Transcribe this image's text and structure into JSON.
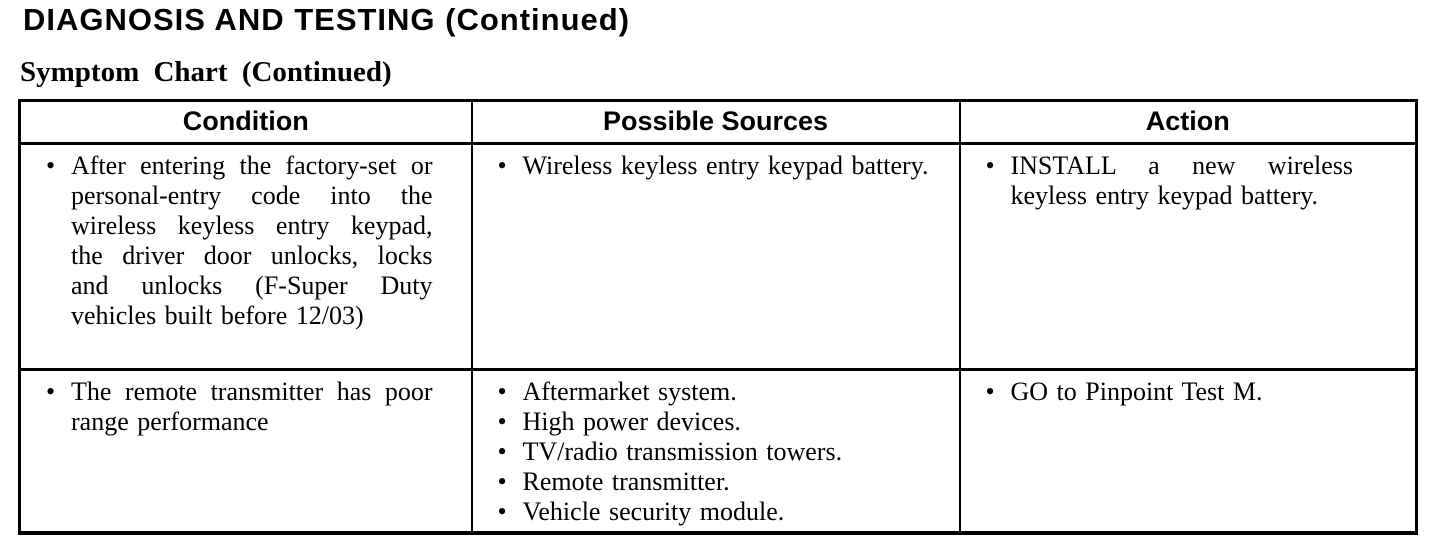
{
  "page": {
    "title": "DIAGNOSIS AND TESTING (Continued)",
    "subtitle": "Symptom Chart (Continued)"
  },
  "table": {
    "bullet_char": "•",
    "headers": [
      "Condition",
      "Possible Sources",
      "Action"
    ],
    "rows": [
      {
        "condition": [
          "After entering the factory-set or personal-entry code into the wireless keyless entry keypad, the driver door unlocks, locks and unlocks (F-Super Duty vehicles built before 12/03)"
        ],
        "possible_sources": [
          "Wireless keyless entry keypad battery."
        ],
        "action": [
          "INSTALL a new wireless keyless entry keypad battery."
        ]
      },
      {
        "condition": [
          "The remote transmitter has poor range performance"
        ],
        "possible_sources": [
          "Aftermarket system.",
          "High power devices.",
          "TV/radio transmission towers.",
          "Remote transmitter.",
          "Vehicle security module."
        ],
        "action": [
          "GO to Pinpoint Test M."
        ]
      }
    ]
  },
  "colors": {
    "text": "#000000",
    "background": "#ffffff",
    "border": "#000000"
  }
}
